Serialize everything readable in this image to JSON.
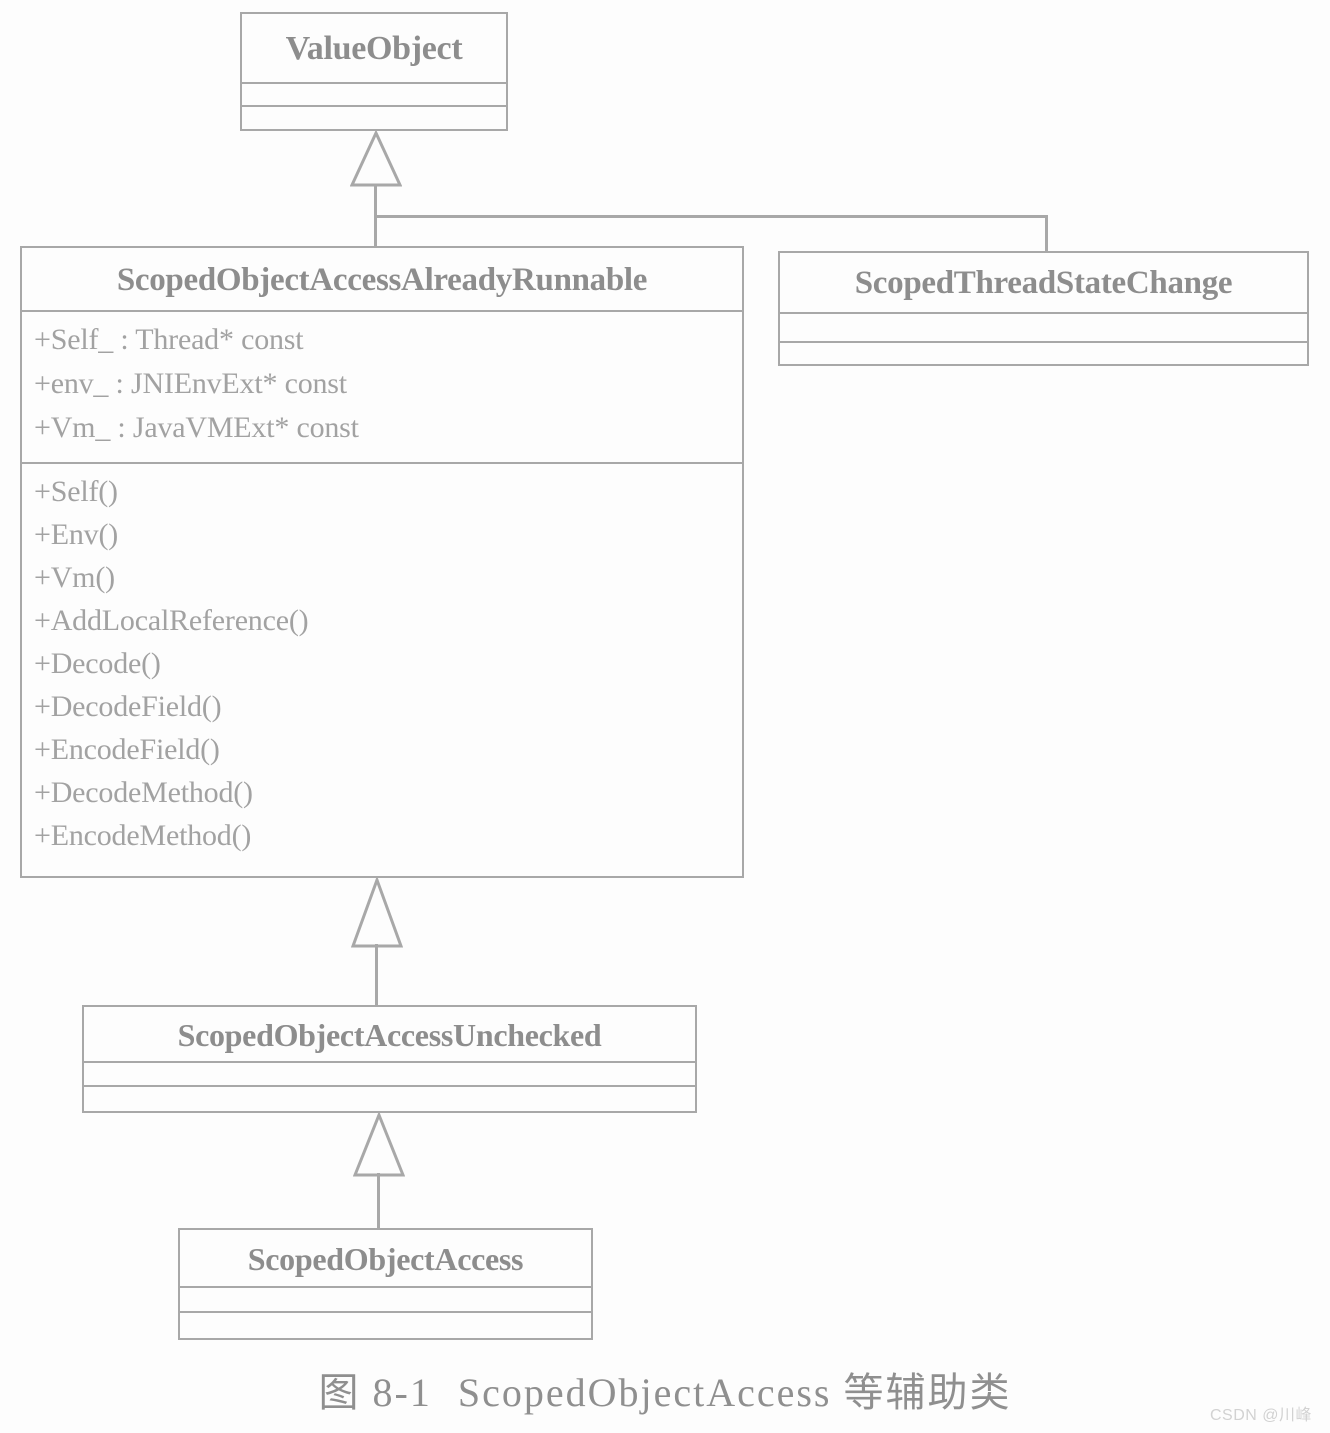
{
  "diagram": {
    "type": "uml-class-diagram",
    "caption_figure_number": "图 8-1",
    "caption_title": "ScopedObjectAccess 等辅助类",
    "watermark": "CSDN @川峰",
    "ink_color": "#a2a2a2",
    "background_color": "#fdfdfd"
  },
  "classes": {
    "value_object": {
      "name": "ValueObject",
      "attributes": [],
      "operations": []
    },
    "scoped_object_access_already_runnable": {
      "name": "ScopedObjectAccessAlreadyRunnable",
      "attributes": [
        "+Self_ : Thread* const",
        "+env_ : JNIEnvExt* const",
        "+Vm_ : JavaVMExt* const"
      ],
      "operations": [
        "+Self()",
        "+Env()",
        "+Vm()",
        "+AddLocalReference()",
        "+Decode()",
        "+DecodeField()",
        "+EncodeField()",
        "+DecodeMethod()",
        "+EncodeMethod()"
      ]
    },
    "scoped_thread_state_change": {
      "name": "ScopedThreadStateChange",
      "attributes": [],
      "operations": []
    },
    "scoped_object_access_unchecked": {
      "name": "ScopedObjectAccessUnchecked",
      "attributes": [],
      "operations": []
    },
    "scoped_object_access": {
      "name": "ScopedObjectAccess",
      "attributes": [],
      "operations": []
    }
  },
  "relationships": [
    {
      "kind": "generalization",
      "from": "ScopedObjectAccessAlreadyRunnable",
      "to": "ValueObject"
    },
    {
      "kind": "generalization",
      "from": "ScopedThreadStateChange",
      "to": "ValueObject"
    },
    {
      "kind": "generalization",
      "from": "ScopedObjectAccessUnchecked",
      "to": "ScopedObjectAccessAlreadyRunnable"
    },
    {
      "kind": "generalization",
      "from": "ScopedObjectAccess",
      "to": "ScopedObjectAccessUnchecked"
    }
  ]
}
